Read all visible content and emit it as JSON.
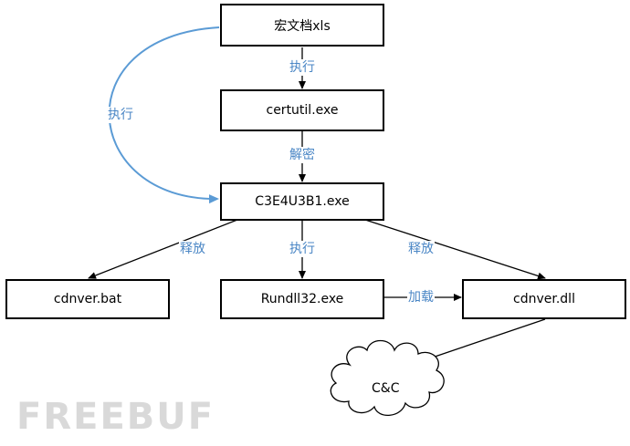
{
  "colors": {
    "edge_label": "#4a86c5",
    "feedback_arrow": "#5b9bd5",
    "box_border": "#000000",
    "watermark": "#d9d9d9"
  },
  "nodes": {
    "macro_doc": "宏文档xls",
    "certutil": "certutil.exe",
    "c3e4": "C3E4U3B1.exe",
    "cdnver_bat": "cdnver.bat",
    "rundll32": "Rundll32.exe",
    "cdnver_dll": "cdnver.dll",
    "cnc": "C&C"
  },
  "edges": {
    "macro_to_certutil": "执行",
    "macro_to_c3e4": "执行",
    "certutil_to_c3e4": "解密",
    "c3e4_to_bat": "释放",
    "c3e4_to_rundll": "执行",
    "c3e4_to_dll": "释放",
    "rundll_to_dll": "加载"
  },
  "watermark": "FREEBUF"
}
